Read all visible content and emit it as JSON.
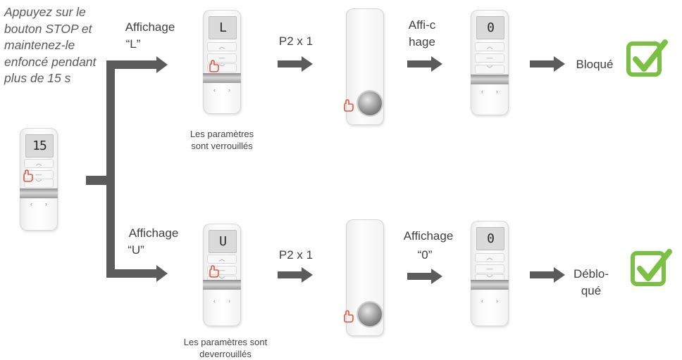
{
  "instruction": "Appuyez sur le bouton STOP et maintenez-le enfoncé pendant plus de 15 s",
  "start_remote": {
    "display": "15"
  },
  "top_branch": {
    "affichage_label": "Affichage",
    "affichage_value": "“L”",
    "remote_display": "L",
    "caption": "Les paramètres sont verrouillés",
    "p2_label": "P2 x 1",
    "affichage2_label": "Affi-chage",
    "remote2_display": "0",
    "result": "Bloqué"
  },
  "bottom_branch": {
    "affichage_label": "Affichage",
    "affichage_value": "“U”",
    "remote_display": "U",
    "caption": "Les paramètres sont deverrouillés",
    "p2_label": "P2 x 1",
    "affichage2_label": "Affichage",
    "affichage2_value": "“0”",
    "remote2_display": "0",
    "result": "Déblo-qué"
  },
  "colors": {
    "arrow": "#5b5b5b",
    "check_green": "#7ac143",
    "hand": "#e8553e"
  }
}
